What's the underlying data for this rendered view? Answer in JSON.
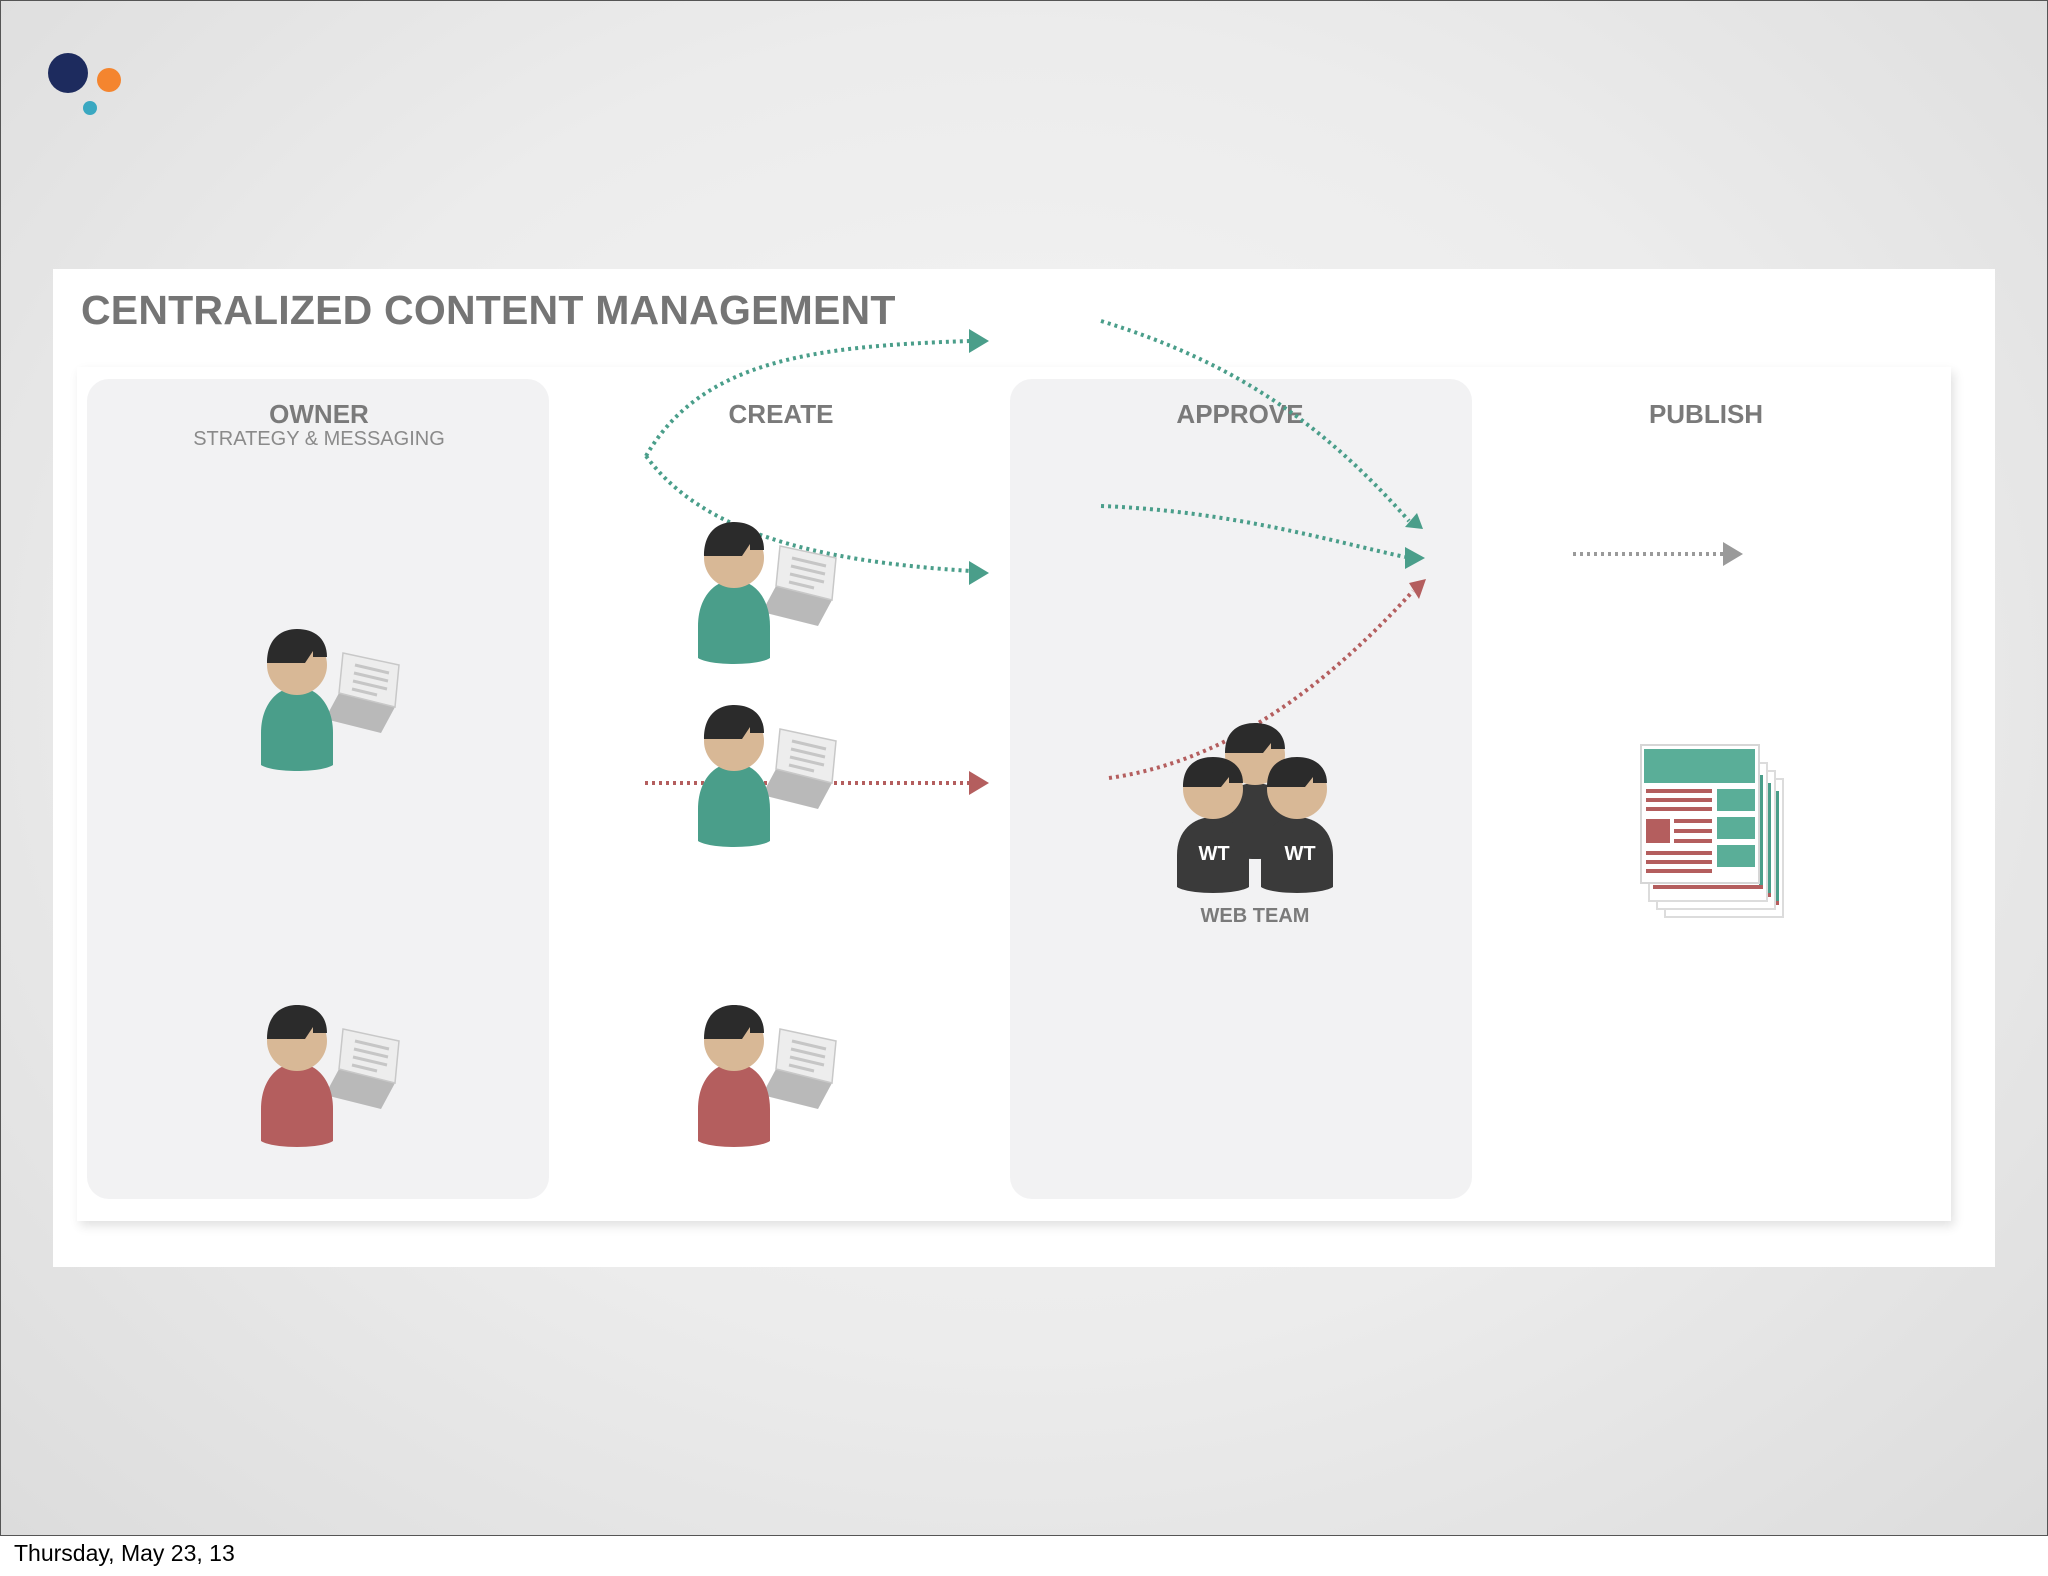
{
  "slide": {
    "title": "CENTRALIZED CONTENT MANAGEMENT",
    "columns": [
      {
        "label": "OWNER",
        "sublabel": "STRATEGY & MESSAGING"
      },
      {
        "label": "CREATE"
      },
      {
        "label": "APPROVE"
      },
      {
        "label": "PUBLISH"
      }
    ],
    "web_team": {
      "label": "WEB TEAM",
      "badge": "WT"
    },
    "colors": {
      "teal": "#4a9e8a",
      "red": "#b45e5e",
      "grey_arrow": "#9a9a9a",
      "skin": "#d8b896",
      "hair": "#2b2b2b",
      "dark_person": "#3a3a3a"
    },
    "icons": [
      "person-laptop-icon",
      "web-team-icon",
      "document-stack-icon"
    ]
  },
  "footer": {
    "date": "Thursday, May 23, 13"
  }
}
